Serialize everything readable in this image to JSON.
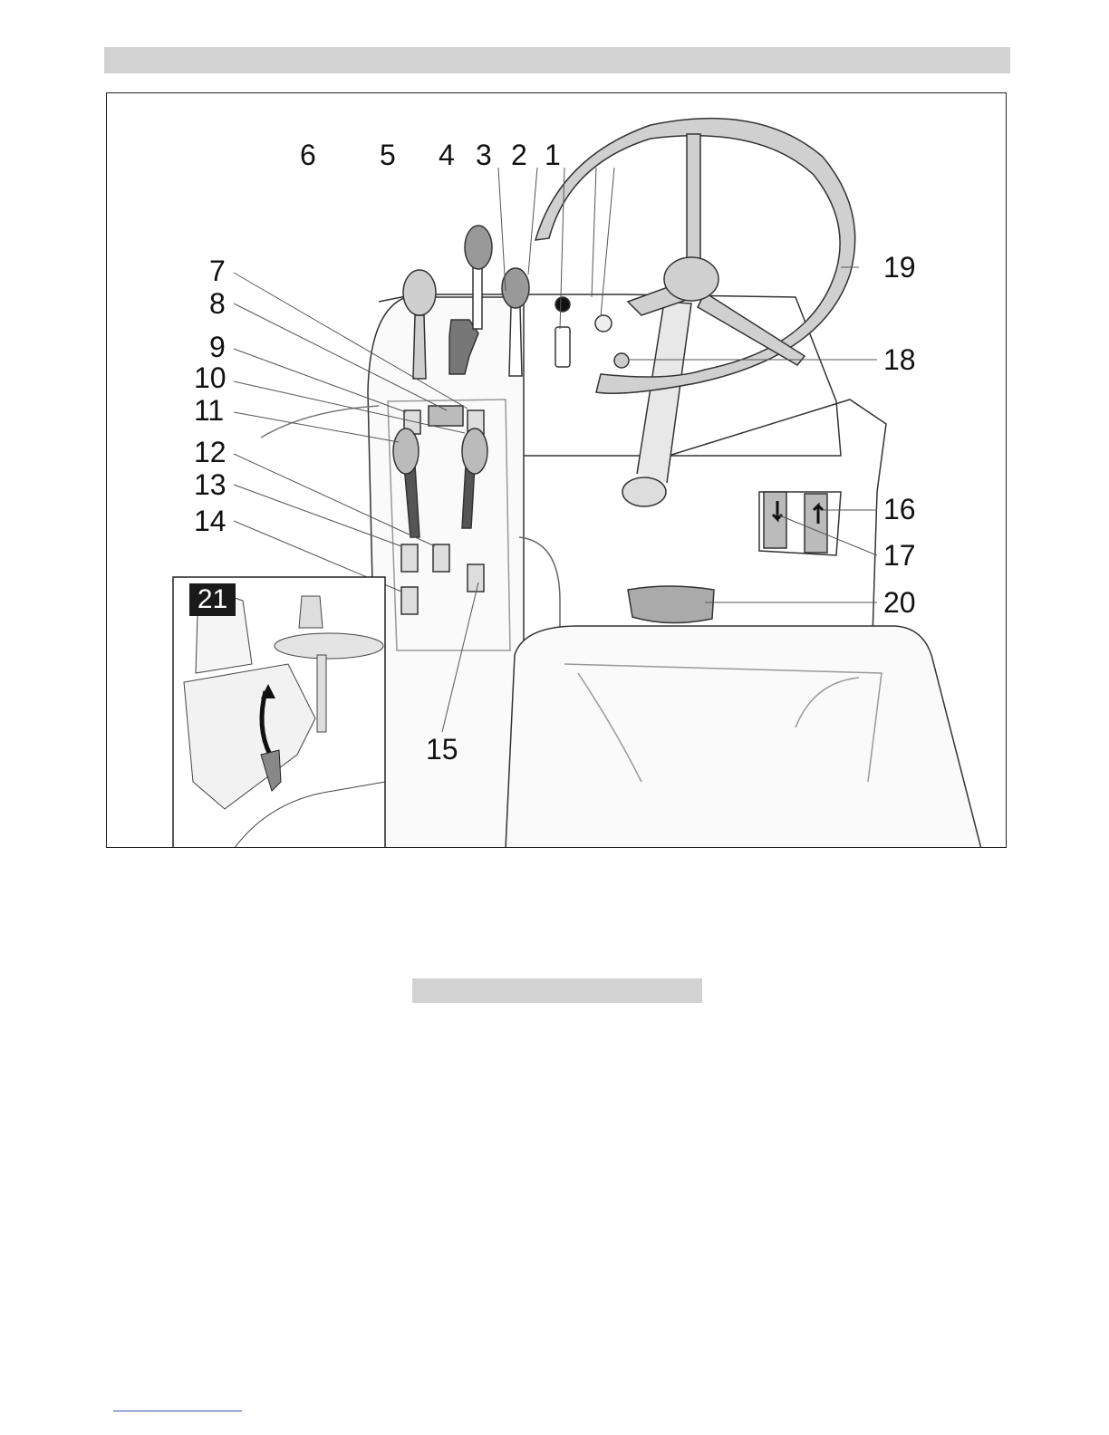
{
  "header": {
    "bar_color": "#d2d2d2"
  },
  "figure": {
    "inset_label": "21",
    "callouts": {
      "c1": "1",
      "c2": "2",
      "c3": "3",
      "c4": "4",
      "c5": "5",
      "c6": "6",
      "c7": "7",
      "c8": "8",
      "c9": "9",
      "c10": "10",
      "c11": "11",
      "c12": "12",
      "c13": "13",
      "c14": "14",
      "c15": "15",
      "c16": "16",
      "c17": "17",
      "c18": "18",
      "c19": "19",
      "c20": "20"
    }
  },
  "caption": {
    "bar_color": "#d2d2d2"
  }
}
